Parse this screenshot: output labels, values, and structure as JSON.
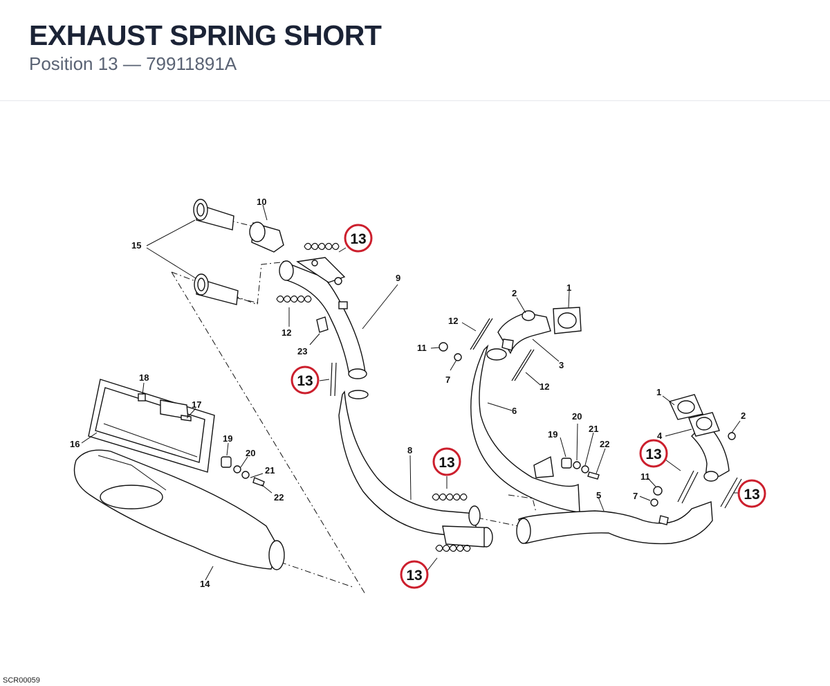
{
  "header": {
    "title": "EXHAUST SPRING SHORT",
    "subtitle": "Position 13 — 79911891A"
  },
  "diagram": {
    "code": "SCR00059",
    "highlight_color": "#cc1f2d",
    "highlight_label": "13",
    "part_labels": {
      "p1a": "1",
      "p1b": "1",
      "p2a": "2",
      "p2b": "2",
      "p3": "3",
      "p4": "4",
      "p5": "5",
      "p6": "6",
      "p7a": "7",
      "p7b": "7",
      "p8": "8",
      "p9": "9",
      "p10": "10",
      "p11a": "11",
      "p11b": "11",
      "p12a": "12",
      "p12b": "12",
      "p12c": "12",
      "p14": "14",
      "p15": "15",
      "p16": "16",
      "p17": "17",
      "p18": "18",
      "p19a": "19",
      "p19b": "19",
      "p20a": "20",
      "p20b": "20",
      "p21a": "21",
      "p21b": "21",
      "p22a": "22",
      "p22b": "22",
      "p23": "23"
    },
    "highlights": [
      {
        "id": "h1",
        "label": "13"
      },
      {
        "id": "h2",
        "label": "13"
      },
      {
        "id": "h3",
        "label": "13"
      },
      {
        "id": "h4",
        "label": "13"
      },
      {
        "id": "h5",
        "label": "13"
      },
      {
        "id": "h6",
        "label": "13"
      }
    ]
  }
}
